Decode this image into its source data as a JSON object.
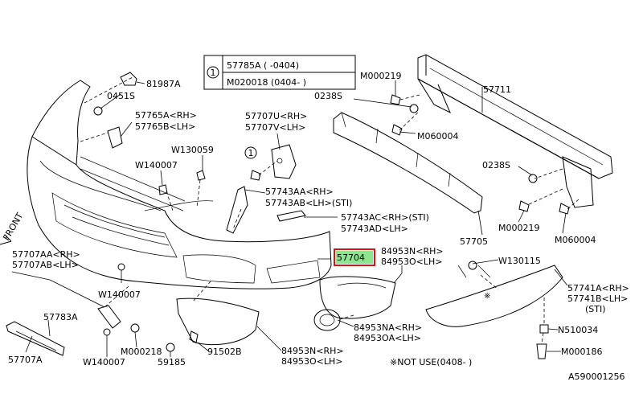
{
  "callout_table": {
    "circle": "1",
    "row1": "57785A  (    -0404)",
    "row2": "M020018 (0404-    )"
  },
  "labels": {
    "p81987A": "81987A",
    "p0451S": "0451S",
    "p57765A": "57765A<RH>",
    "p57765B": "57765B<LH>",
    "p57707U": "57707U<RH>",
    "p57707V": "57707V<LH>",
    "pW130059": "W130059",
    "pW140007a": "W140007",
    "pM000219a": "M000219",
    "p57711": "57711",
    "p0238Sa": "0238S",
    "pM060004a": "M060004",
    "p0238Sb": "0238S",
    "pM000219b": "M000219",
    "pM060004b": "M060004",
    "p57743AA": "57743AA<RH>",
    "p57743AB": "57743AB<LH>(STI)",
    "p57743AC": "57743AC<RH>(STI)",
    "p57743AD": "57743AD<LH>",
    "p57705": "57705",
    "p57704": "57704",
    "p84953N": "84953N<RH>",
    "p84953O": "84953Ο<LH>",
    "pW130115": "W130115",
    "p57741A": "57741A<RH>",
    "p57741B": "57741B<LH>",
    "pSTI": "(STI)",
    "p57707AA": "57707AA<RH>",
    "p57707AB": "57707AB<LH>",
    "pW140007b": "W140007",
    "p57783A": "57783A",
    "p57707A": "57707A",
    "pM000218": "M000218",
    "pW140007c": "W140007",
    "p59185": "59185",
    "p91502B": "91502B",
    "p84953NA": "84953NA<RH>",
    "p84953OA": "84953ΟA<LH>",
    "p84953N2": "84953N<RH>",
    "p84953O2": "84953Ο<LH>",
    "pN510034": "N510034",
    "pM000186": "M000186",
    "note": "※NOT USE(0408-    )",
    "drawing_id": "A590001256",
    "front": "FRONT",
    "callout1": "1"
  }
}
